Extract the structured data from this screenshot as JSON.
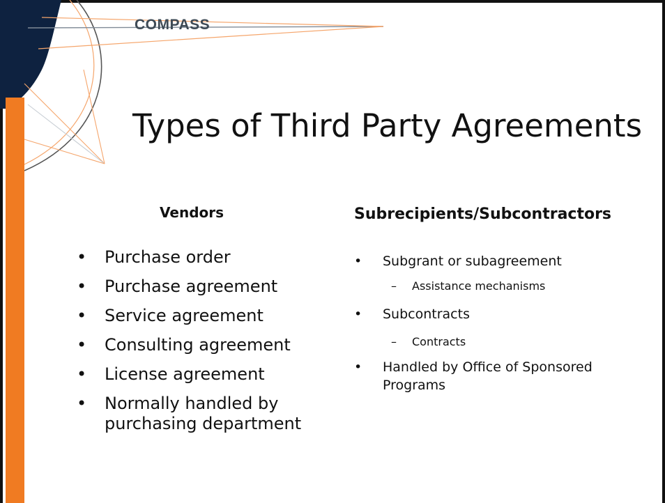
{
  "brand": {
    "logo_text": "COMPASS",
    "colors": {
      "navy": "#0e2240",
      "orange": "#f07b22",
      "line_gray": "#9aa4b0"
    }
  },
  "slide": {
    "title": "Types of Third Party Agreements"
  },
  "vendors": {
    "heading": "Vendors",
    "items": [
      "Purchase order",
      "Purchase agreement",
      "Service agreement",
      "Consulting agreement",
      "License agreement",
      "Normally handled by purchasing department"
    ]
  },
  "subrecipients": {
    "heading": "Subrecipients/Subcontractors",
    "items": [
      {
        "label": "Subgrant or subagreement",
        "sub": "Assistance mechanisms"
      },
      {
        "label": "Subcontracts",
        "sub": "Contracts"
      },
      {
        "label": "Handled by Office of Sponsored Programs"
      }
    ]
  },
  "symbols": {
    "bullet": "•",
    "dash": "–"
  }
}
